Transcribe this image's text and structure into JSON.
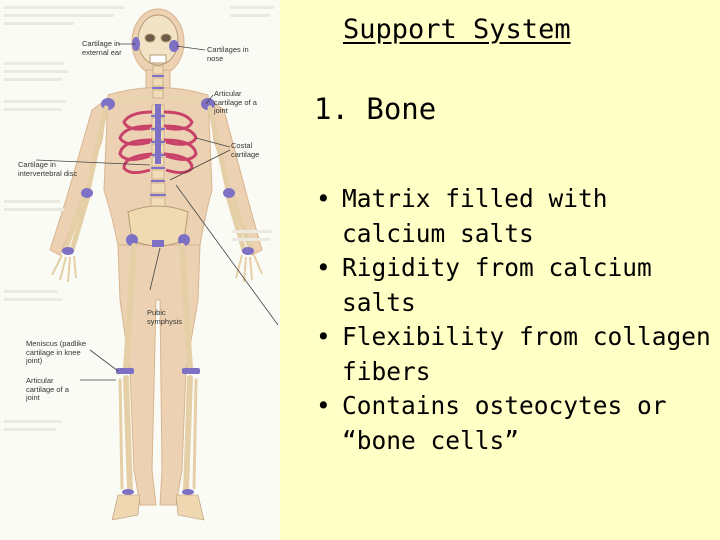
{
  "slide": {
    "title": "Support System",
    "heading": "1. Bone",
    "bullets": [
      "Matrix filled with calcium salts",
      "Rigidity from calcium salts",
      "Flexibility from collagen fibers",
      "Contains osteocytes or “bone cells”"
    ],
    "bullet_glyph": "•"
  },
  "figure": {
    "labels": {
      "cartilage_ear": "Cartilage in external ear",
      "cartilage_nose": "Cartilages in nose",
      "articular_rib": "Articular cartilage of a joint",
      "costal": "Costal cartilage",
      "intervertebral": "Cartilage in intervertebral disc",
      "pubic": "Pubic symphysis",
      "meniscus": "Meniscus (padlike cartilage in knee joint)",
      "articular_knee": "Articular cartilage of a joint"
    },
    "colors": {
      "bone": "#f2dcb4",
      "cartilage": "#7e70c4",
      "rib": "#c9426a",
      "skin": "#e8c9a8"
    }
  }
}
